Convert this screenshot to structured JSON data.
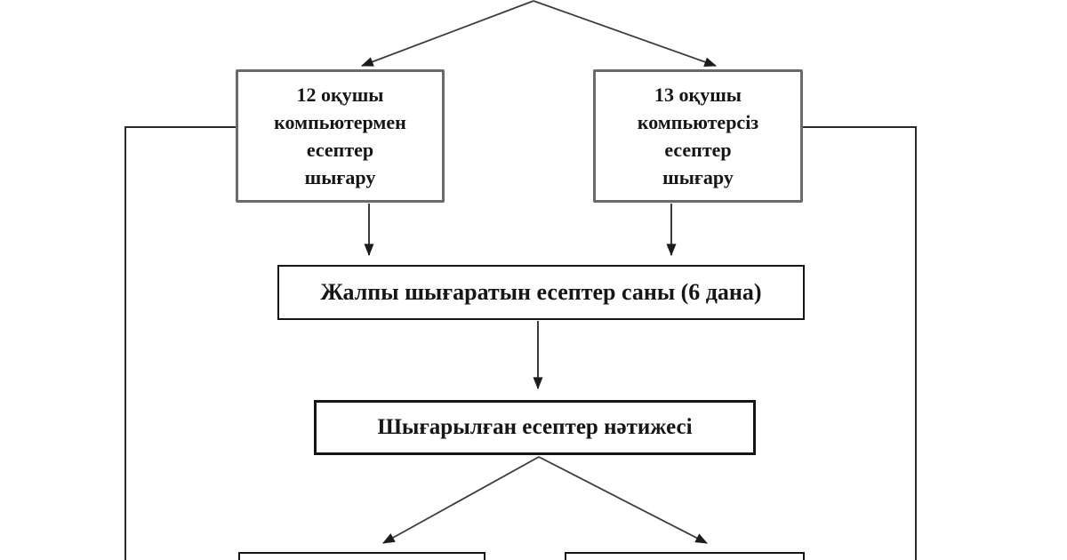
{
  "diagram": {
    "title": "",
    "nodes": {
      "with_computer": {
        "label": "12 оқушы\nкомпьютермен\nесептер\nшығару"
      },
      "without_computer": {
        "label": "13 оқушы\nкомпьютерсіз\nесептер\nшығару"
      },
      "total_tasks": {
        "label": "Жалпы шығаратын есептер саны (6 дана)"
      },
      "result": {
        "label": "Шығарылған есептер нәтижесі"
      },
      "bottom_left": {
        "label": ""
      },
      "bottom_right": {
        "label": ""
      }
    },
    "colors": {
      "background": "#ffffff",
      "top_box_border": "#6a6a6a",
      "box_border": "#151515",
      "connector": "#3c3c3c",
      "bracket": "#2a2a2a",
      "arrowhead": "#1c1c1c",
      "text": "#161616"
    }
  }
}
